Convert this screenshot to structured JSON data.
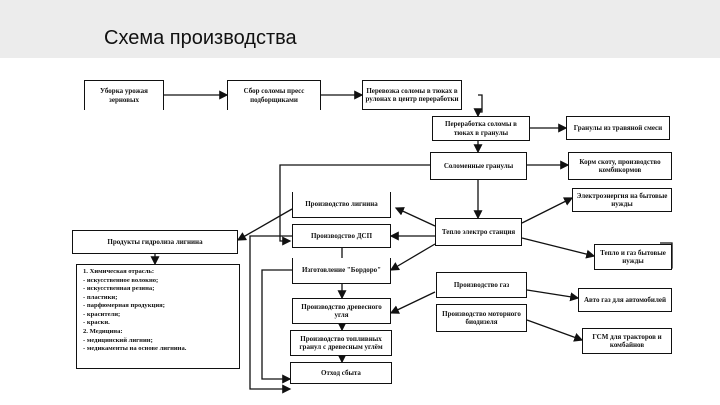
{
  "slide": {
    "title": "Схема производства"
  },
  "nodes": {
    "harvest": "Уборка урожая зерновых",
    "straw_collect": "Сбор соломы пресс подборщиками",
    "transport": "Перевозка соломы в тюках в рулонах в центр переработки",
    "processing": "Переработка соломы в тюках в гранулы",
    "pellets": "Соломенные гранулы",
    "pellets_out": "Гранулы из травяной смеси",
    "feed": "Корм скоту, производство комбикормов",
    "electricity": "Электроэнергия на бытовые нужды",
    "lignin": "Производство лигнина",
    "lignin_products": "Продукты гидролиза лигнина",
    "dsp": "Производство ДСП",
    "thermal_station": "Тепло электро станция",
    "heat": "Тепло и газ бытовые нужды",
    "bordo": "Изготовление \"Бордоро\"",
    "gas": "Производство газ",
    "charcoal": "Производство древесного угля",
    "biodiesel": "Производство моторного биодизеля",
    "auto_gas": "Авто газ для автомобилей",
    "fuel_mix": "Производство топливных гранул с древесным углём",
    "gsm": "ГСМ для тракторов и комбайнов",
    "waste": "Отход сбыта",
    "chem_list": "1. Химическая отрасль:\n- искусственное волокно;\n- искусственная резина;\n- пластики;\n- парфюмерная продукция;\n- красители;\n- краски.\n2. Медицина:\n- медицинский лигнин;\n- медикаменты на основе лигнина."
  }
}
